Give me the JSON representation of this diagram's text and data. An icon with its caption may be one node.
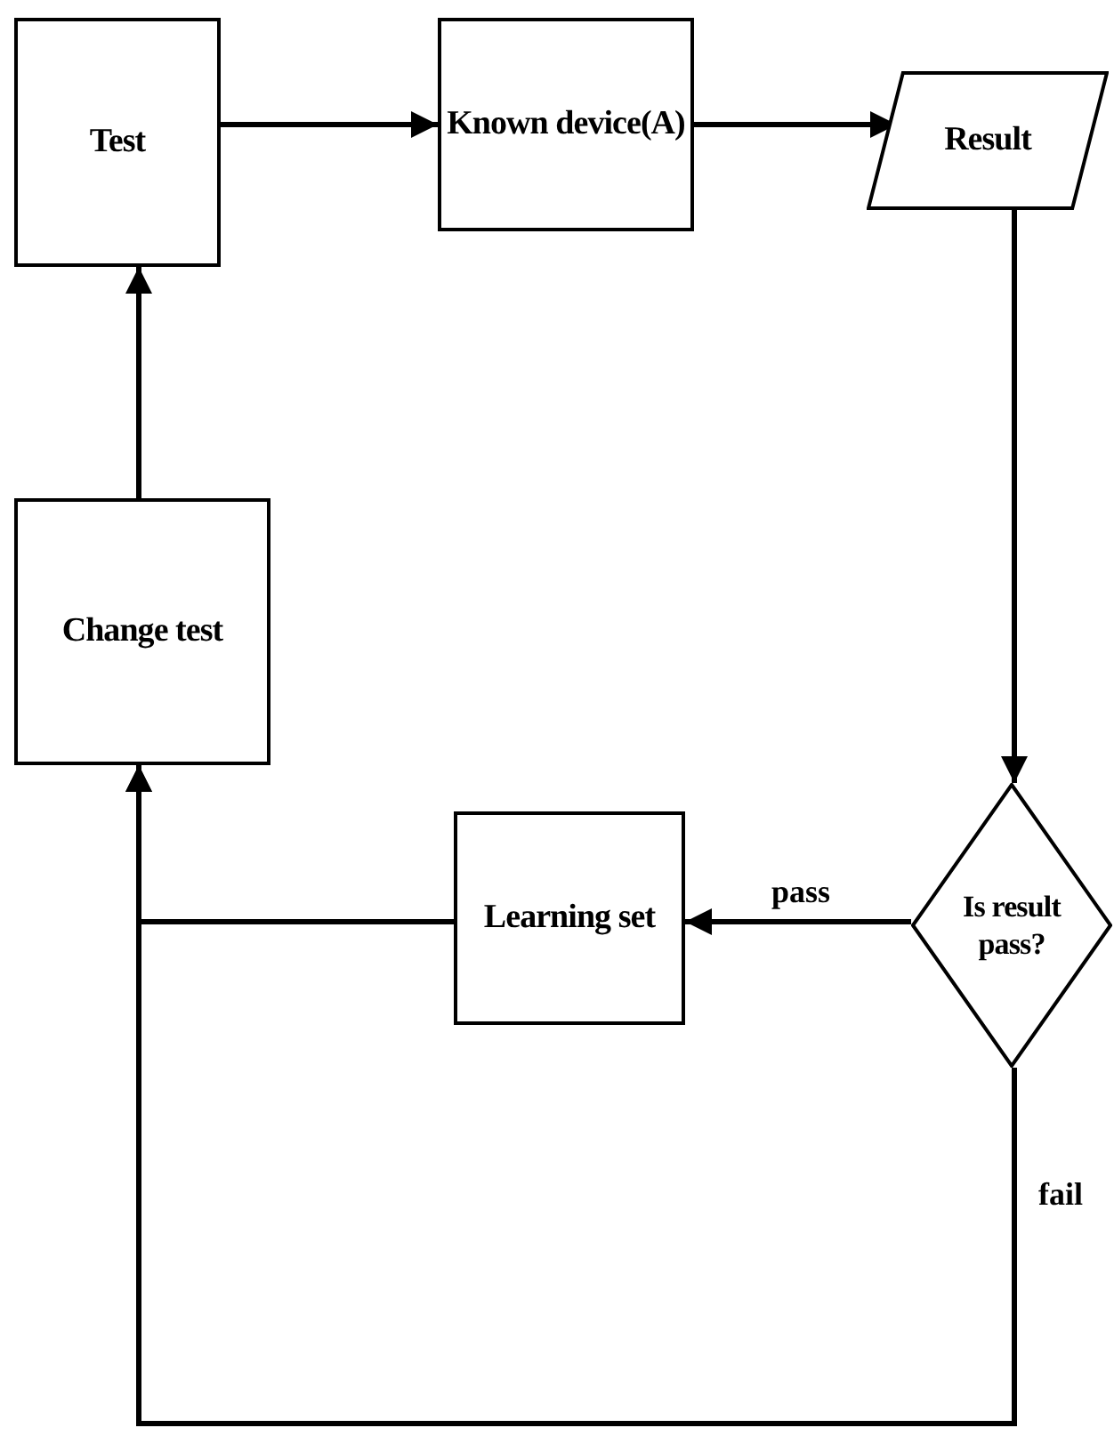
{
  "diagram": {
    "nodes": [
      {
        "text": [
          "Test"
        ]
      },
      {
        "text": [
          "Known device(A)"
        ]
      },
      {
        "text": [
          "Result"
        ]
      },
      {
        "text": [
          "Change test"
        ]
      },
      {
        "text": [
          "Learning set"
        ]
      },
      {
        "text": [
          "Is result pass?"
        ]
      }
    ],
    "edges": [
      {
        "from": 0,
        "to": 1,
        "arrow": "to"
      },
      {
        "from": 1,
        "to": 2,
        "arrow": "to"
      },
      {
        "from": 2,
        "to": 5,
        "arrow": "to"
      },
      {
        "from": 5,
        "to": 4,
        "arrow": "to",
        "label": "pass"
      },
      {
        "from": 4,
        "to": 3,
        "arrow": "to"
      },
      {
        "from": 5,
        "to": 3,
        "arrow": "to",
        "label": "fail"
      },
      {
        "from": 3,
        "to": 0,
        "arrow": "to"
      }
    ]
  }
}
